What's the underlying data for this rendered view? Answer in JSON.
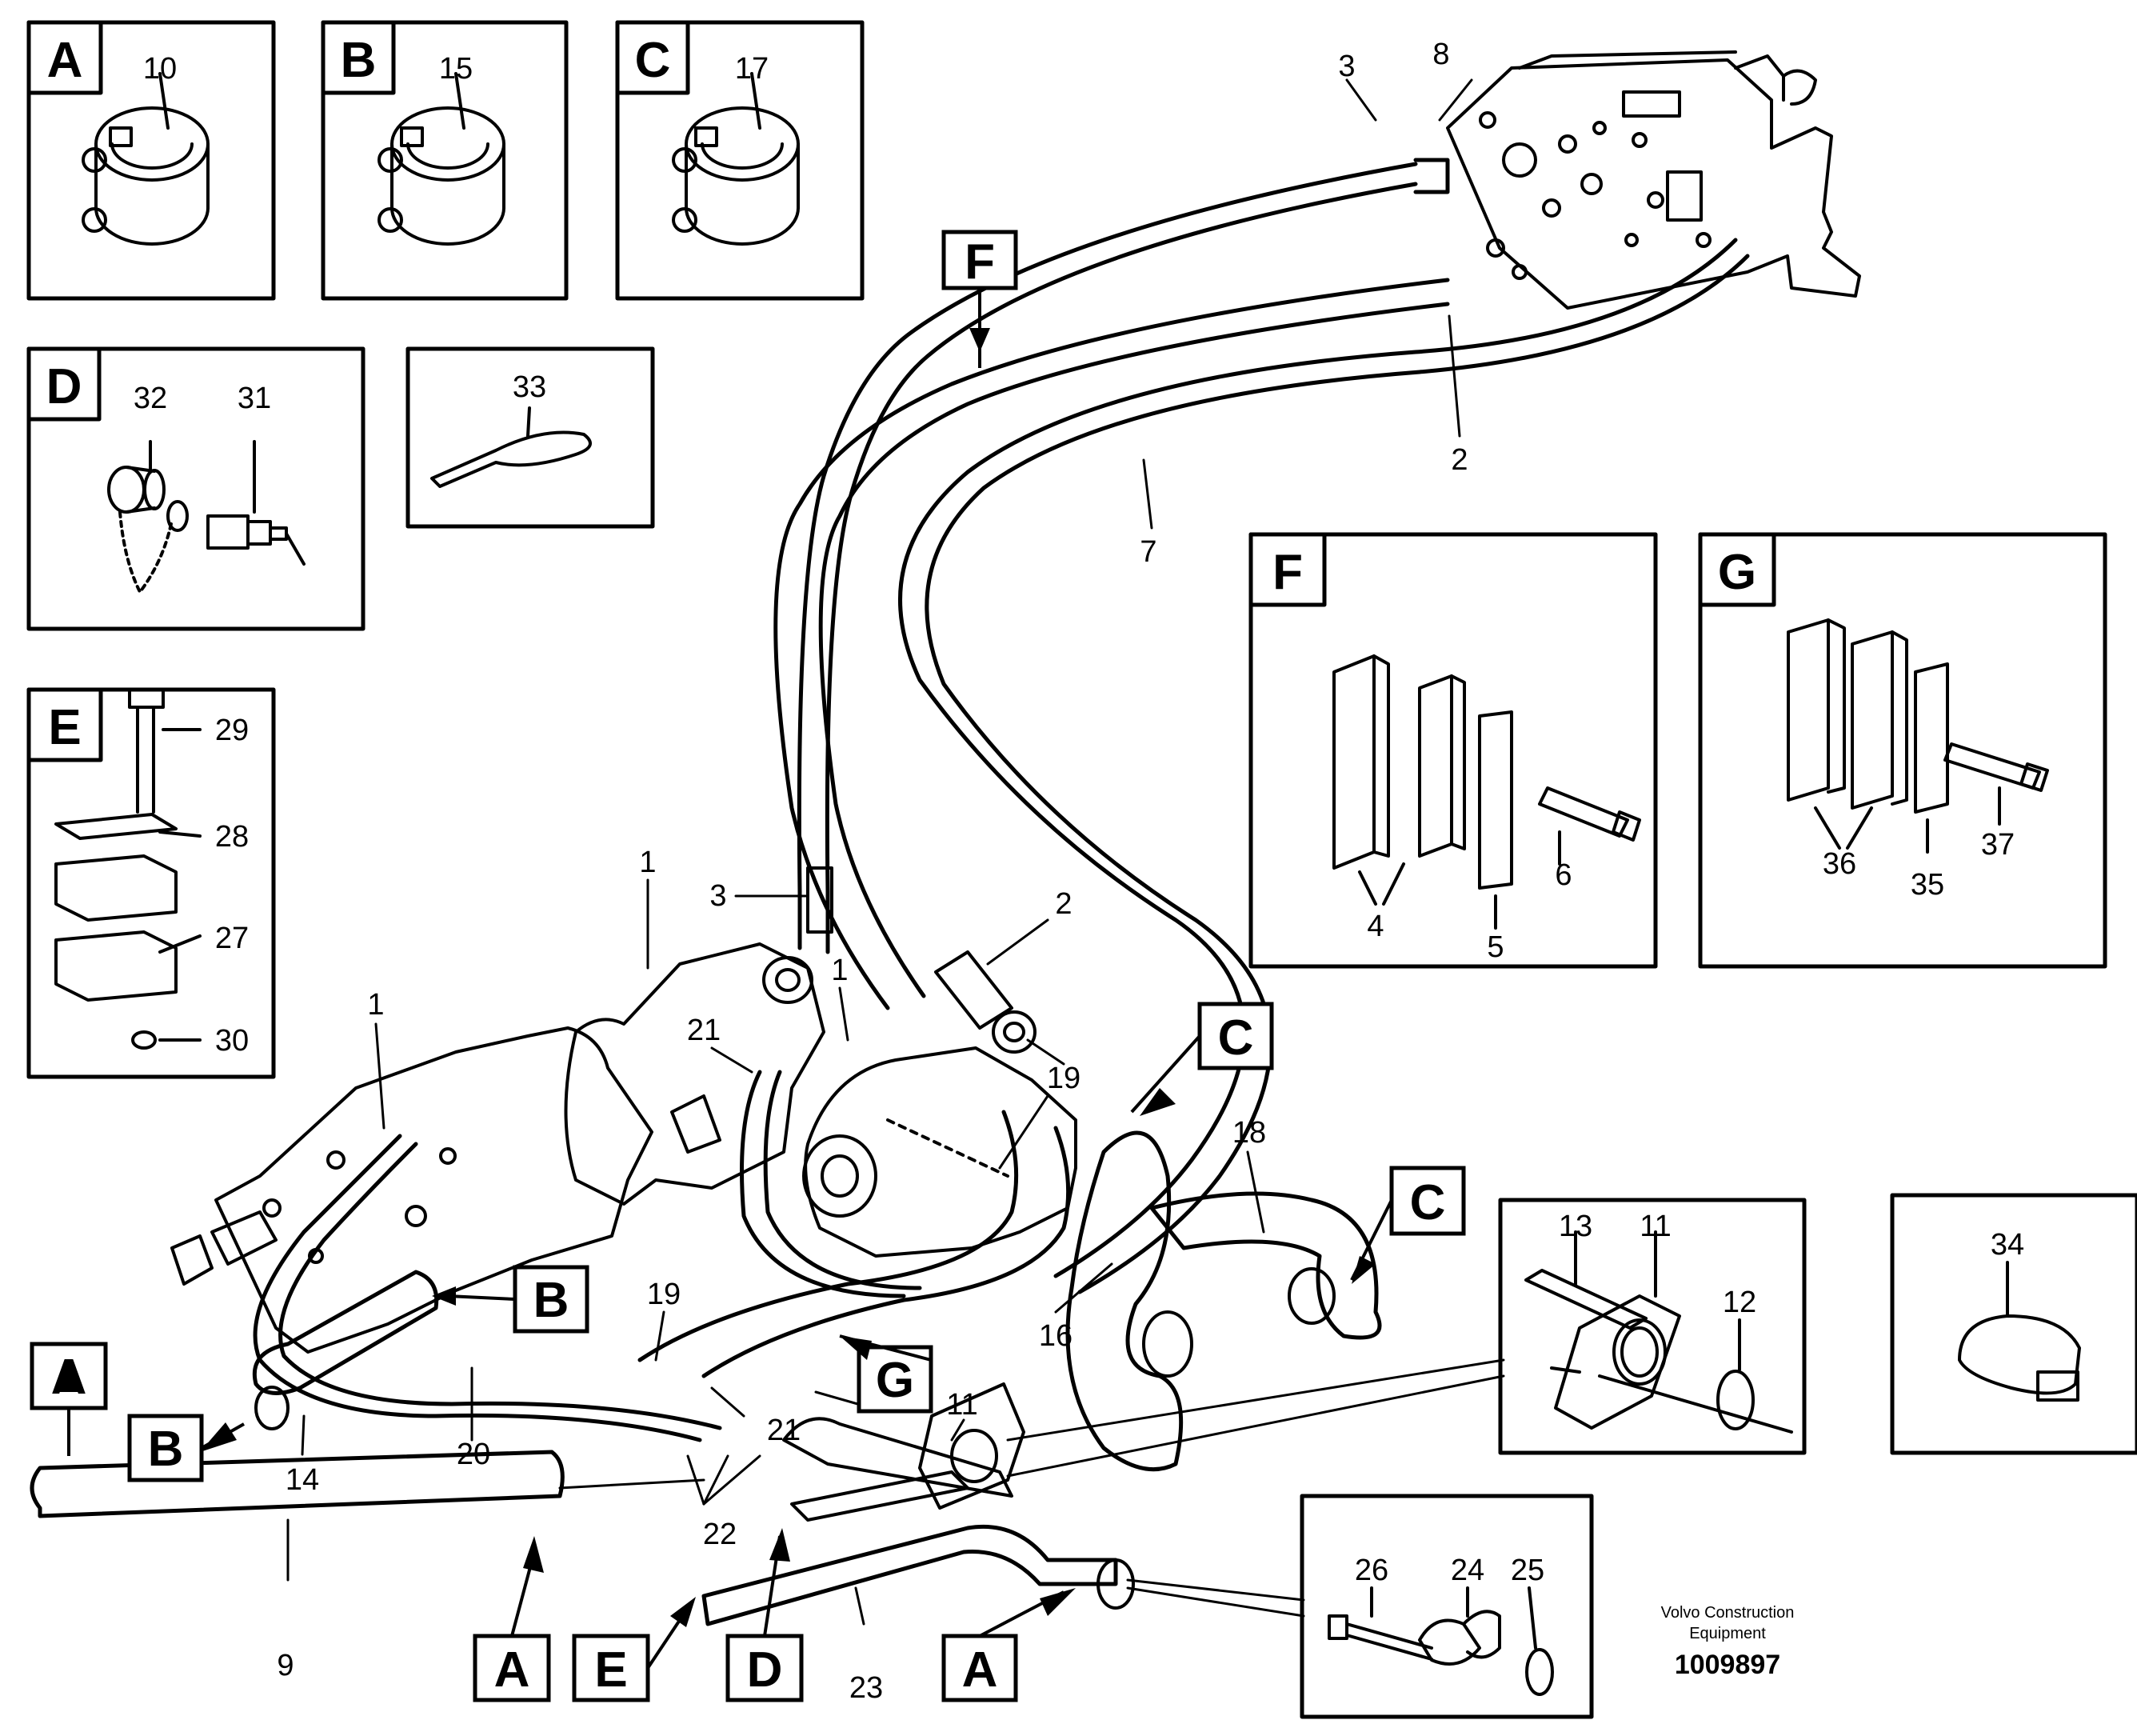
{
  "colors": {
    "ink": "#000000",
    "paper": "#ffffff"
  },
  "detail_boxes": {
    "A": {
      "letter": "A",
      "parts": [
        "10"
      ]
    },
    "B": {
      "letter": "B",
      "parts": [
        "15"
      ]
    },
    "C": {
      "letter": "C",
      "parts": [
        "17"
      ]
    },
    "D": {
      "letter": "D",
      "parts": [
        "32",
        "31"
      ]
    },
    "E": {
      "letter": "E",
      "parts": [
        "29",
        "28",
        "27",
        "30"
      ]
    },
    "F": {
      "letter": "F",
      "parts": [
        "4",
        "5",
        "6"
      ]
    },
    "G": {
      "letter": "G",
      "parts": [
        "36",
        "35",
        "37"
      ]
    },
    "tie": {
      "parts": [
        "33"
      ]
    },
    "flange": {
      "parts": [
        "13",
        "11",
        "12"
      ]
    },
    "clamp34": {
      "parts": [
        "34"
      ]
    },
    "bracket": {
      "parts": [
        "26",
        "24",
        "25"
      ]
    }
  },
  "main_callouts": [
    "1",
    "1",
    "1",
    "2",
    "2",
    "3",
    "3",
    "7",
    "8",
    "9",
    "11",
    "14",
    "16",
    "18",
    "19",
    "19",
    "20",
    "21",
    "21",
    "22",
    "23"
  ],
  "location_tags": [
    "F",
    "C",
    "C",
    "B",
    "B",
    "A",
    "A",
    "A",
    "E",
    "D",
    "G"
  ],
  "footer": {
    "maker_line1": "Volvo Construction",
    "maker_line2": "Equipment",
    "doc_number": "1009897"
  }
}
